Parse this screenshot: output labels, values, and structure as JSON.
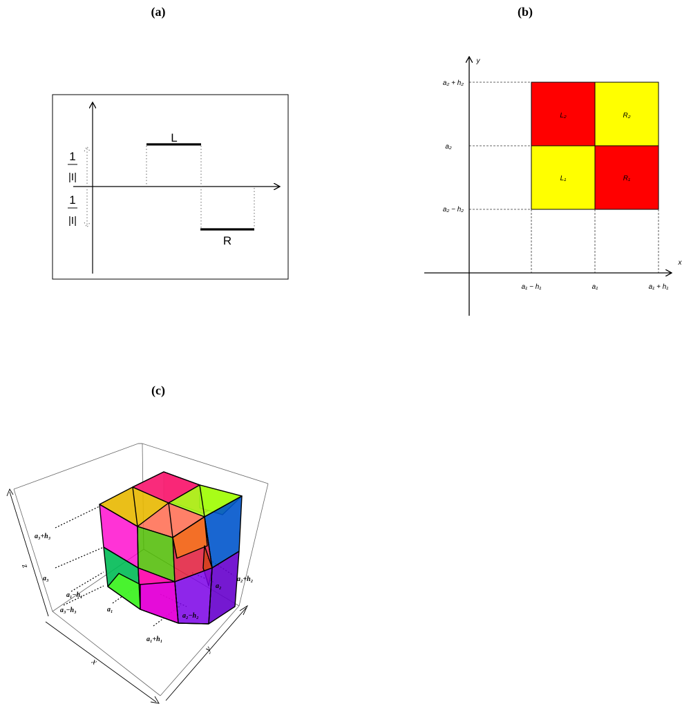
{
  "panels": {
    "a": {
      "label": "(a)",
      "seg_left_label": "L",
      "seg_right_label": "R",
      "frac_numerator": "1",
      "frac_denominator": "|I|"
    },
    "b": {
      "label": "(b)",
      "x_axis_label": "x",
      "y_axis_label": "y",
      "y_ticks": [
        "a₂ + h₂",
        "a₂",
        "a₂ − h₂"
      ],
      "x_ticks": [
        "a₁ − h₁",
        "a₁",
        "a₁ + h₁"
      ],
      "cells": [
        {
          "label": "L₂",
          "color": "#ff0000"
        },
        {
          "label": "R₂",
          "color": "#ffff00"
        },
        {
          "label": "L₁",
          "color": "#ffff00"
        },
        {
          "label": "R₁",
          "color": "#ff0000"
        }
      ]
    },
    "c": {
      "label": "(c)",
      "axis_x": "x",
      "axis_y": "y",
      "axis_z": "z",
      "left_labels": [
        "a₃+h₃",
        "a₃",
        "a₁−h₁",
        "a₃−h₃",
        "a₁",
        "a₁+h₁"
      ],
      "right_labels": [
        "a₂+h₂",
        "a₂",
        "a₂−h₂"
      ],
      "cube_colors": {
        "magenta": "#ff00cc",
        "green": "#33ff00",
        "yellow": "#ffcc00",
        "red": "#ff1a4d",
        "lime": "#99ff00",
        "blue": "#0066cc",
        "purple": "#9900ff",
        "orange": "#ff9900"
      }
    }
  }
}
